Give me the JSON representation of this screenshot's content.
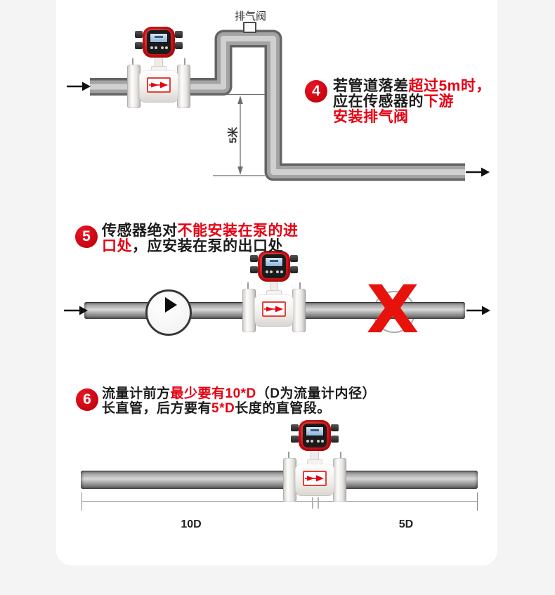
{
  "colors": {
    "accent_red": "#e60012",
    "badge_red": "#d6000f",
    "x_red": "#e8120c",
    "text_black": "#1c1c1c",
    "page_bg": "#f4f4f5",
    "card_bg": "#ffffff"
  },
  "section4": {
    "badge": "4",
    "lines": [
      [
        {
          "t": "若管道落差",
          "red": false
        },
        {
          "t": "超过5m时，",
          "red": true
        }
      ],
      [
        {
          "t": "应在传感器的",
          "red": false
        },
        {
          "t": "下游",
          "red": true
        }
      ],
      [
        {
          "t": "安装排气阀",
          "red": true
        }
      ]
    ],
    "valve_label": "排气阀",
    "height_label": "5米"
  },
  "section5": {
    "badge": "5",
    "lines": [
      [
        {
          "t": "传感器绝对",
          "red": false
        },
        {
          "t": "不能安装在泵的进",
          "red": true
        }
      ],
      [
        {
          "t": "口处",
          "red": true
        },
        {
          "t": "，应安装在泵的出口处",
          "red": false
        }
      ]
    ],
    "x_mark": "X"
  },
  "section6": {
    "badge": "6",
    "lines": [
      [
        {
          "t": "流量计前方",
          "red": false
        },
        {
          "t": "最少要有10*D",
          "red": true
        },
        {
          "t": "（D为流量计内径）",
          "red": false
        }
      ],
      [
        {
          "t": "长直管，后方要有",
          "red": false
        },
        {
          "t": "5*D",
          "red": true
        },
        {
          "t": "长度的直管段。",
          "red": false
        }
      ]
    ],
    "dim_left_label": "10D",
    "dim_right_label": "5D"
  }
}
